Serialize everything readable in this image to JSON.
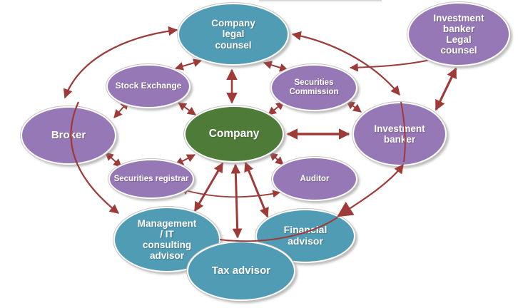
{
  "diagram": {
    "arrow_color": "#9e3a38",
    "node_fills": {
      "purple": "#9778b6",
      "teal": "#4f9cb4",
      "green": "#4e7b38"
    },
    "nodes": [
      {
        "id": "company-legal-counsel",
        "label": "Company\nlegal\ncounsel",
        "fill": "#4f9cb4"
      },
      {
        "id": "investment-banker-legal-counsel",
        "label": "Investment\nbanker\nLegal\ncounsel",
        "fill": "#9778b6"
      },
      {
        "id": "stock-exchange",
        "label": "Stock Exchange",
        "fill": "#9778b6"
      },
      {
        "id": "securities-commission",
        "label": "Securities\nCommission",
        "fill": "#9778b6"
      },
      {
        "id": "broker",
        "label": "Broker",
        "fill": "#9778b6"
      },
      {
        "id": "company",
        "label": "Company",
        "fill": "#4e7b38"
      },
      {
        "id": "investment-banker",
        "label": "Investment\nbanker",
        "fill": "#9778b6"
      },
      {
        "id": "securities-registrar",
        "label": "Securities registrar",
        "fill": "#9778b6"
      },
      {
        "id": "auditor",
        "label": "Auditor",
        "fill": "#9778b6"
      },
      {
        "id": "management-it-consulting-advisor",
        "label": "Management\n/ IT\nconsulting\nadvisor",
        "fill": "#4f9cb4"
      },
      {
        "id": "financial-advisor",
        "label": "Financial\nadvisor",
        "fill": "#4f9cb4"
      },
      {
        "id": "tax-advisor",
        "label": "Tax advisor",
        "fill": "#4f9cb4"
      }
    ],
    "edges": [
      {
        "from": "broker",
        "to": "company-legal-counsel",
        "style": "curved",
        "arrows": "both"
      },
      {
        "from": "broker",
        "to": "management-it-consulting-advisor",
        "style": "curved",
        "arrows": "to"
      },
      {
        "from": "company-legal-counsel",
        "to": "investment-banker",
        "style": "curved",
        "arrows": "both"
      },
      {
        "from": "investment-banker",
        "to": "financial-advisor",
        "style": "curved",
        "arrows": "both"
      },
      {
        "from": "investment-banker-legal-counsel",
        "to": "securities-commission",
        "style": "curved",
        "arrows": "to"
      },
      {
        "from": "investment-banker",
        "to": "investment-banker-legal-counsel",
        "style": "straight",
        "arrows": "both"
      },
      {
        "from": "broker",
        "to": "stock-exchange",
        "style": "straight",
        "arrows": "both"
      },
      {
        "from": "stock-exchange",
        "to": "company-legal-counsel",
        "style": "straight",
        "arrows": "both"
      },
      {
        "from": "stock-exchange",
        "to": "company",
        "style": "straight",
        "arrows": "both"
      },
      {
        "from": "company-legal-counsel",
        "to": "company",
        "style": "straight",
        "arrows": "both"
      },
      {
        "from": "company-legal-counsel",
        "to": "securities-commission",
        "style": "straight",
        "arrows": "both"
      },
      {
        "from": "securities-commission",
        "to": "company",
        "style": "straight",
        "arrows": "both"
      },
      {
        "from": "securities-commission",
        "to": "investment-banker",
        "style": "straight",
        "arrows": "both"
      },
      {
        "from": "company",
        "to": "investment-banker",
        "style": "straight",
        "arrows": "both"
      },
      {
        "from": "broker",
        "to": "securities-registrar",
        "style": "straight",
        "arrows": "both"
      },
      {
        "from": "securities-registrar",
        "to": "company",
        "style": "straight",
        "arrows": "both"
      },
      {
        "from": "company",
        "to": "auditor",
        "style": "straight",
        "arrows": "both"
      },
      {
        "from": "securities-registrar",
        "to": "auditor",
        "style": "curved",
        "arrows": "both"
      },
      {
        "from": "company",
        "to": "management-it-consulting-advisor",
        "style": "straight",
        "arrows": "both"
      },
      {
        "from": "company",
        "to": "tax-advisor",
        "style": "straight",
        "arrows": "both"
      },
      {
        "from": "company",
        "to": "financial-advisor",
        "style": "straight",
        "arrows": "both"
      }
    ]
  }
}
